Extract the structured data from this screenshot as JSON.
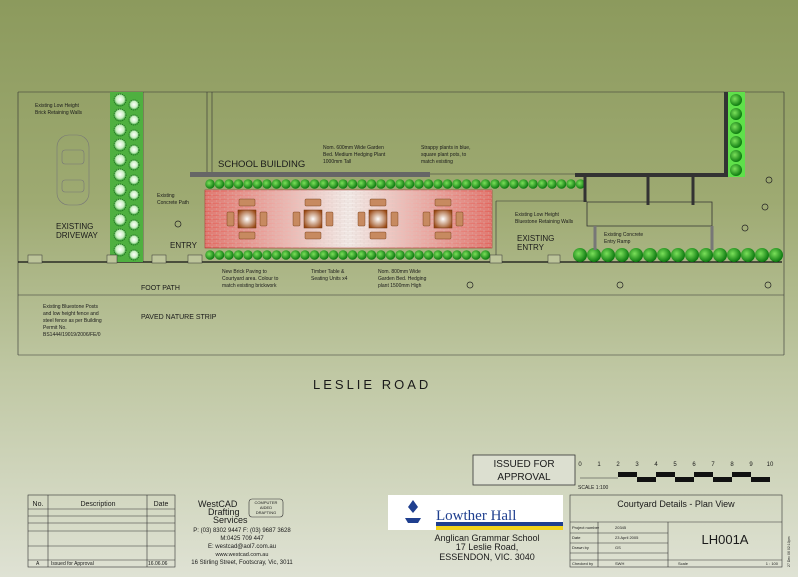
{
  "plan": {
    "school_building": "SCHOOL BUILDING",
    "existing_driveway": [
      "EXISTING",
      "DRIVEWAY"
    ],
    "entry": "ENTRY",
    "existing_entry": [
      "EXISTING",
      "ENTRY"
    ],
    "foot_path": "FOOT PATH",
    "paved_nature_strip": "PAVED NATURE STRIP",
    "road": "LESLIE ROAD",
    "notes": {
      "brick_walls": [
        "Existing Low Height",
        "Brick Retaining Walls"
      ],
      "concrete_path": [
        "Existing",
        "Concrete Path"
      ],
      "garden_bed_top": [
        "Nom. 600mm Wide Garden",
        "Bed. Medium Hedging Plant",
        "1000mm Tall"
      ],
      "strappy_plants": [
        "Strappy plants in blue,",
        "square plant pots, to",
        "match existing"
      ],
      "bluestone_walls": [
        "Existing Low Height",
        "Bluestone Retaining Walls"
      ],
      "concrete_ramp": [
        "Existing Concrete",
        "Entry Ramp"
      ],
      "brick_paving": [
        "New Brick Paving to",
        "Courtyard area. Colour to",
        "match existing brickwork"
      ],
      "timber_table": [
        "Timber Table &",
        "Seating Units x4"
      ],
      "garden_bed_bottom": [
        "Nom. 800mm Wide",
        "Garden Bed. Hedging",
        "plant 1500mm High"
      ],
      "bluestone_posts": [
        "Existing Bluestone Posts",
        "and low height fence and",
        "steel fence as per Building",
        "Permit No.",
        "BS1444/19019/2006/FE/0"
      ]
    }
  },
  "stamp": [
    "ISSUED FOR",
    "APPROVAL"
  ],
  "scale_bar": {
    "ticks": [
      "0",
      "1",
      "2",
      "3",
      "4",
      "5",
      "6",
      "7",
      "8",
      "9",
      "10"
    ],
    "label": "SCALE 1:100"
  },
  "revisions": {
    "headers": [
      "No.",
      "Description",
      "Date"
    ],
    "rows": [
      {
        "no": "A",
        "description": "Issued for Approval",
        "date": "16.06.06"
      }
    ]
  },
  "drafter": {
    "name": [
      "WestCAD",
      "Drafting",
      "Services"
    ],
    "badge": [
      "COMPUTER",
      "AIDED",
      "DRAFTING"
    ],
    "phone": "P: (03) 8302 9447 F: (03) 9687 3628",
    "mobile": "M:0425 709 447",
    "email": "E: westcad@aol7.com.au",
    "web": "www.westcad.com.au",
    "address": "16 Stirling Street, Footscray, Vic, 3011"
  },
  "client": {
    "logo_text": "Lowther Hall",
    "name": "Anglican Grammar School",
    "street": "17 Leslie Road,",
    "suburb": "ESSENDON, VIC. 3040"
  },
  "title_block": {
    "title": "Courtyard Details - Plan View",
    "project_number_label": "Project number",
    "project_number": "20345",
    "date_label": "Date",
    "date": "23 April 2005",
    "drawn_by_label": "Drawn by",
    "drawn_by": "GS",
    "checked_by_label": "Checked by",
    "checked_by": "SWH",
    "drawing_number": "LH001A",
    "scale_label": "Scale",
    "scale": "1 : 100",
    "plot_stamp": "27 Dec 06 02:10pm"
  },
  "colors": {
    "hedge": "#2fb52a",
    "paving": "#e88a80",
    "furniture": "#a0521c"
  }
}
